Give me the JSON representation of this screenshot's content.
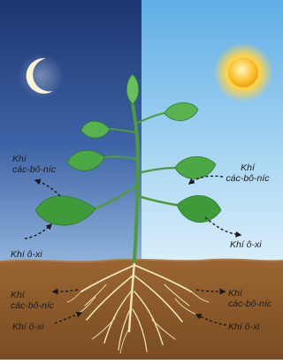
{
  "labels": {
    "night_co2_line1": "Khí",
    "night_co2_line2": "các-bô-níc",
    "night_o2": "Khí ô-xi",
    "day_co2_line1": "Khí",
    "day_co2_line2": "các-bô-níc",
    "day_o2": "Khí ô-xi",
    "root_left_co2_line1": "Khí",
    "root_left_co2_line2": "các-bô-níc",
    "root_left_o2": "Khí ô-xi",
    "root_right_co2_line1": "Khí",
    "root_right_co2_line2": "các-bô-níc",
    "root_right_o2": "Khí ô-xi"
  },
  "icons": {
    "night_symbol": "moon-icon",
    "day_symbol": "sun-icon"
  },
  "colors": {
    "night_sky": "#1f3b78",
    "day_sky": "#7ec0ea",
    "soil": "#8a5a2b",
    "leaf": "#3f9a3a",
    "root": "#f3e7b8",
    "sun": "#f6b21a",
    "moon": "#fbf4d2"
  }
}
